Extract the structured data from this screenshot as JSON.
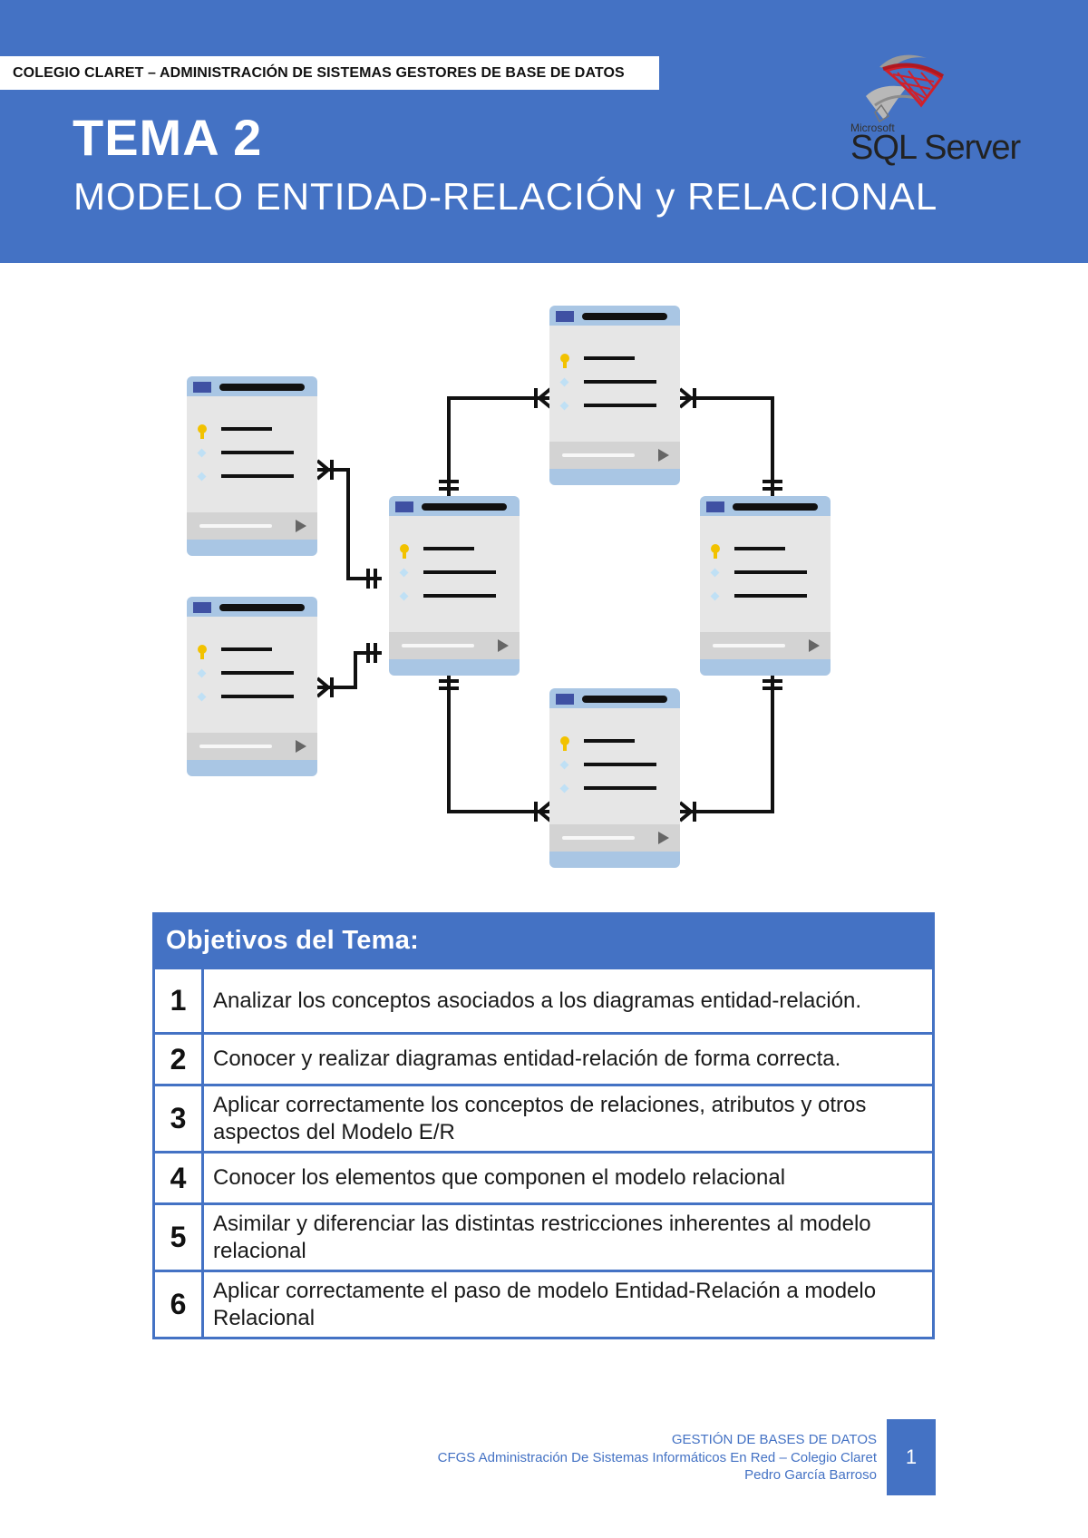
{
  "header": {
    "strip_text": "COLEGIO CLARET – ADMINISTRACIÓN DE SISTEMAS GESTORES DE BASE DE DATOS",
    "title": "TEMA 2",
    "subtitle": "MODELO ENTIDAD-RELACIÓN y RELACIONAL",
    "logo": {
      "brand_small": "Microsoft",
      "brand_large": "SQL Server",
      "icon": "sql-server-logo-icon"
    }
  },
  "diagram": {
    "icon": "database-tables-diagram-icon"
  },
  "objectives": {
    "title": "Objetivos del Tema:",
    "items": [
      {
        "num": "1",
        "text": "Analizar los conceptos asociados a los diagramas entidad-relación."
      },
      {
        "num": "2",
        "text": "Conocer y realizar diagramas entidad-relación de forma correcta."
      },
      {
        "num": "3",
        "text": "Aplicar correctamente los conceptos de relaciones, atributos y otros aspectos del Modelo E/R"
      },
      {
        "num": "4",
        "text": "Conocer los elementos que componen el modelo relacional"
      },
      {
        "num": "5",
        "text": "Asimilar y diferenciar las distintas restricciones inherentes al modelo relacional"
      },
      {
        "num": "6",
        "text": "Aplicar correctamente el paso de modelo Entidad-Relación a modelo Relacional"
      }
    ]
  },
  "footer": {
    "line1": "GESTIÓN DE BASES DE DATOS",
    "line2": "CFGS Administración De Sistemas Informáticos En Red – Colegio Claret",
    "line3": "Pedro García Barroso",
    "page_number": "1"
  },
  "colors": {
    "primary_blue": "#4472c4",
    "table_card": "#e6e6e6",
    "table_header": "#a9c6e4",
    "logo_red": "#d0202a"
  }
}
